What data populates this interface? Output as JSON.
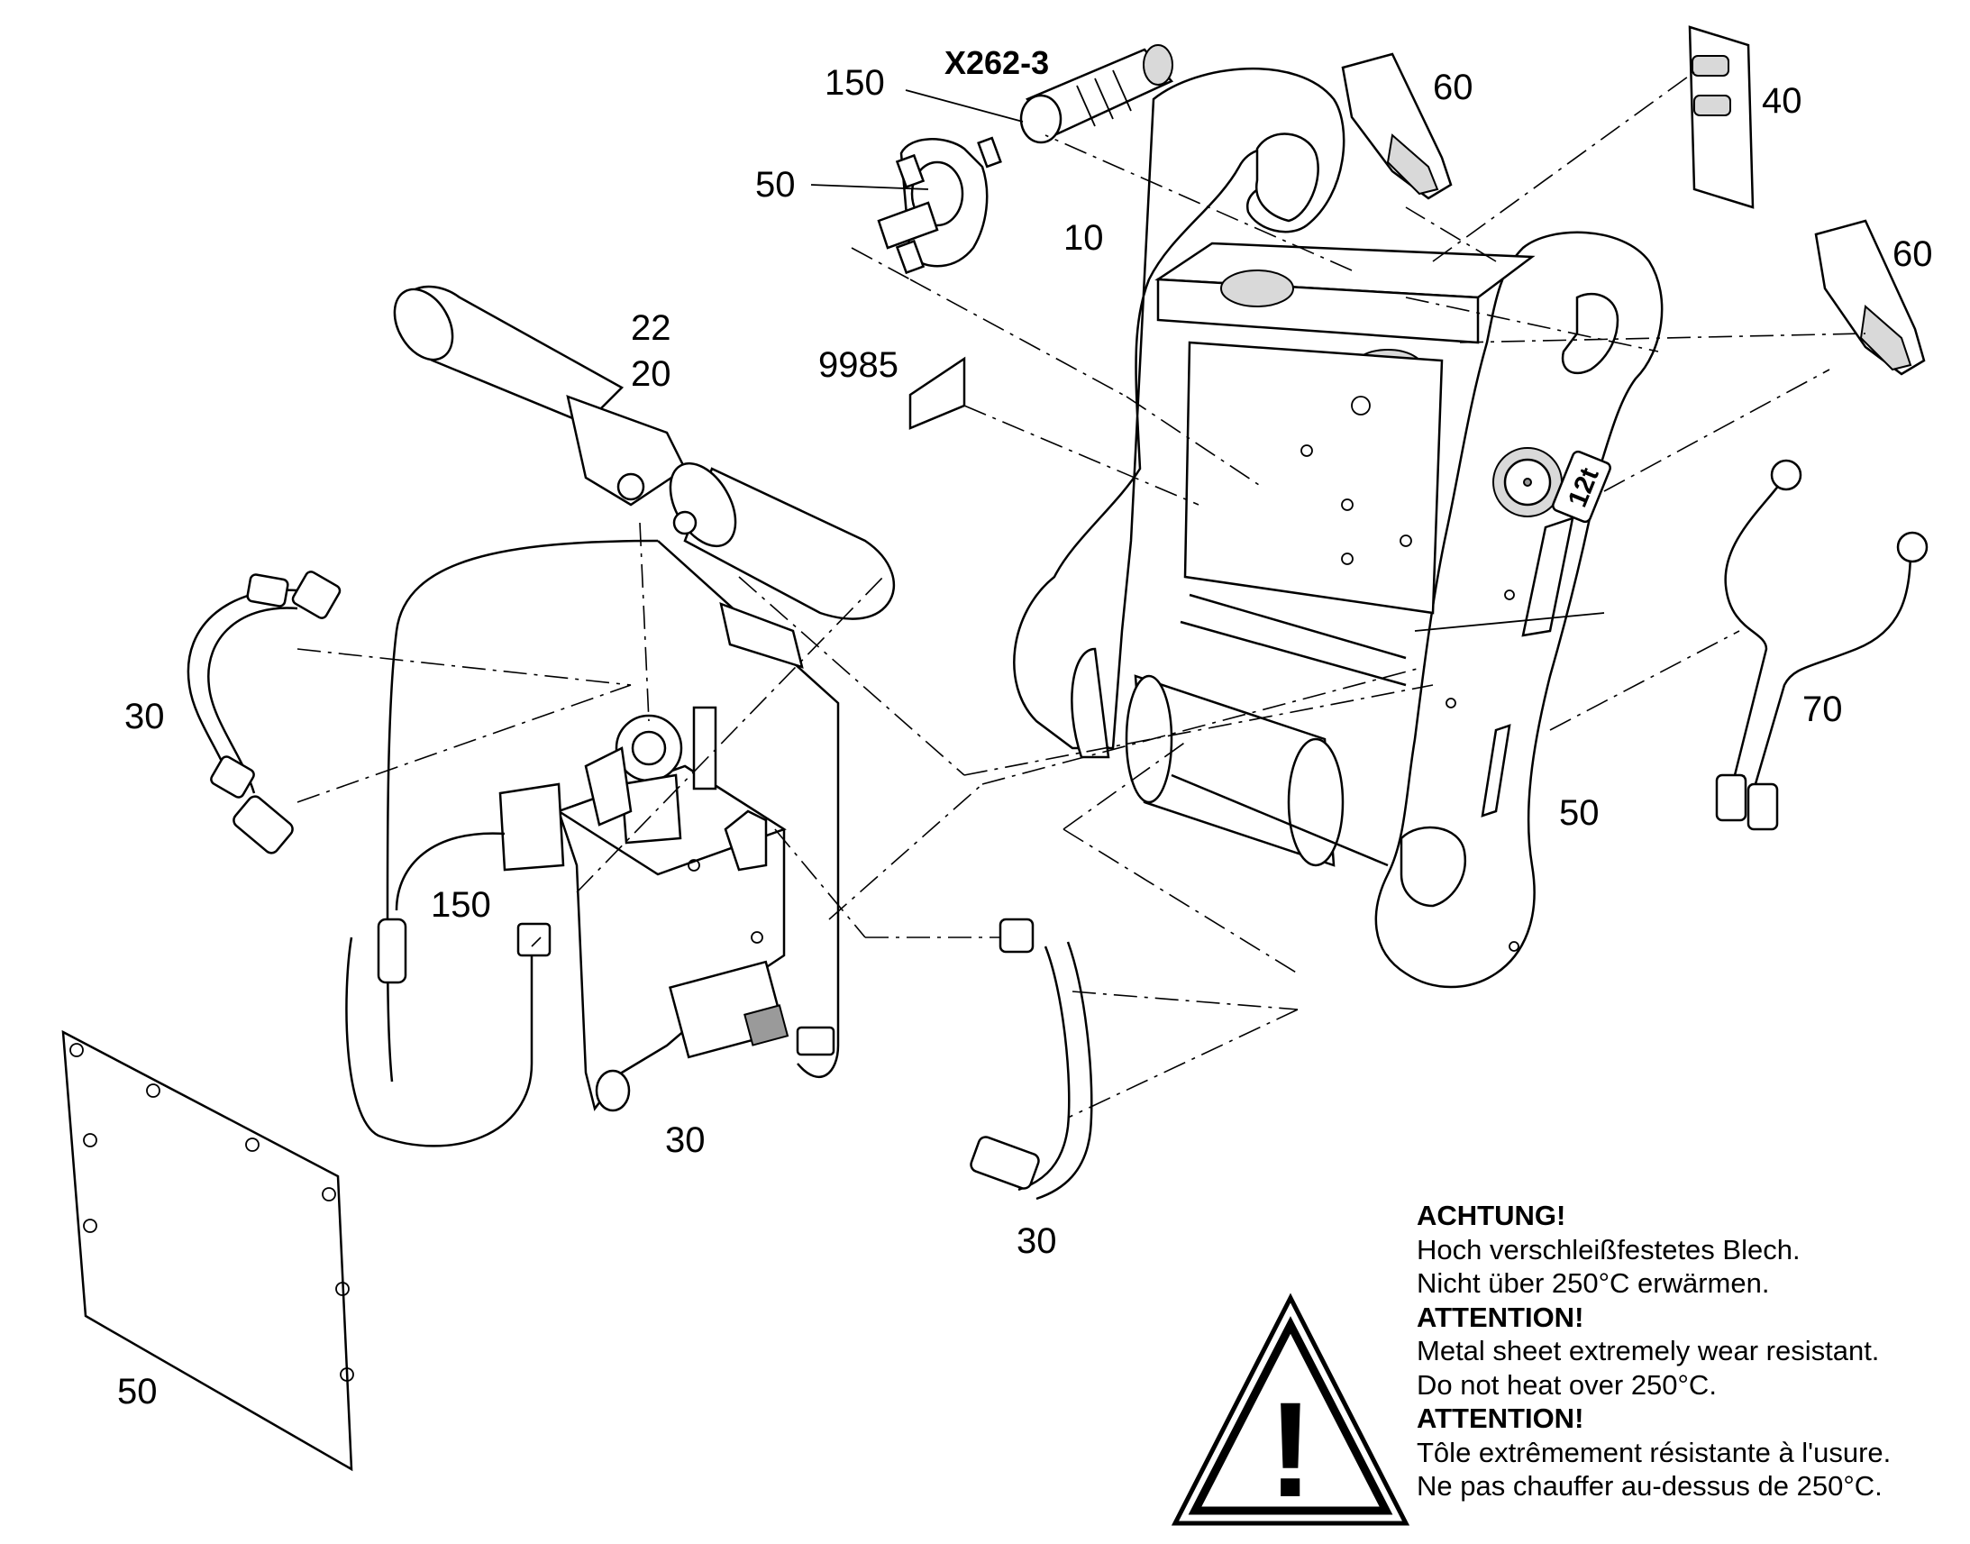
{
  "callouts": {
    "c150_top": "150",
    "x262": "X262-3",
    "c50_top": "50",
    "c10": "10",
    "c60_top": "60",
    "c40": "40",
    "c60_right": "60",
    "c22": "22",
    "c20": "20",
    "c9985": "9985",
    "c30_left": "30",
    "c150_mid": "150",
    "c30_valve": "30",
    "c30_hose": "30",
    "c50_right": "50",
    "c70": "70",
    "c50_plate": "50"
  },
  "warning": {
    "de_head": "ACHTUNG!",
    "de_line1": "Hoch verschleißfestetes Blech.",
    "de_line2": "Nicht über 250°C erwärmen.",
    "en_head": "ATTENTION!",
    "en_line1": "Metal sheet extremely wear resistant.",
    "en_line2": "Do not heat over 250°C.",
    "fr_head": "ATTENTION!",
    "fr_line1": "Tôle extrêmement résistante à l'usure.",
    "fr_line2": "Ne pas chauffer au-dessus de 250°C.",
    "symbol": "!"
  },
  "frame_logo": "12t"
}
